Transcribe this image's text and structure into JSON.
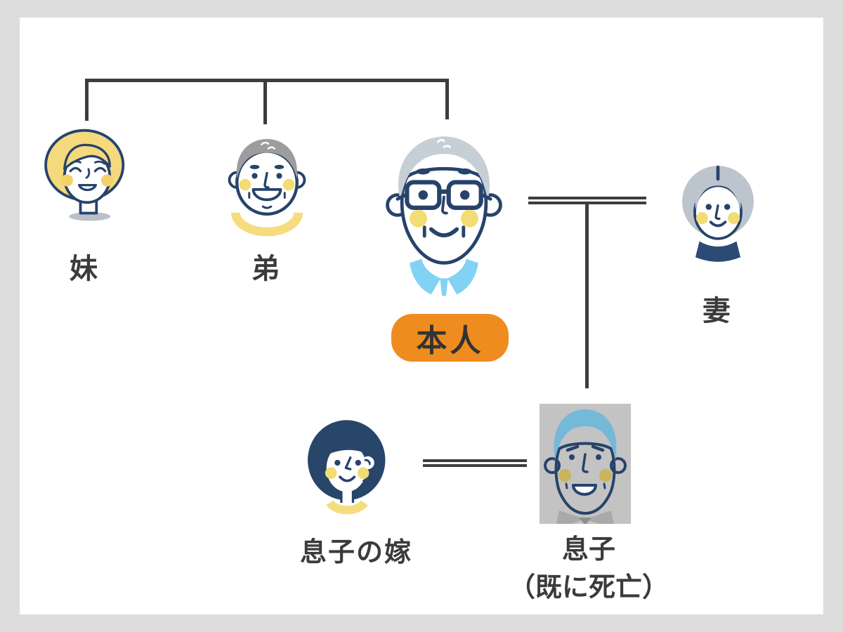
{
  "diagram_type": "family-tree",
  "people": {
    "sister": {
      "label": "妹"
    },
    "brother": {
      "label": "弟"
    },
    "self": {
      "label": "本人",
      "highlighted": true
    },
    "wife": {
      "label": "妻"
    },
    "sons_wife": {
      "label": "息子の嫁"
    },
    "son": {
      "label": "息子",
      "status_note": "（既に死亡）",
      "deceased": true
    }
  },
  "relations": [
    {
      "type": "siblings",
      "members": [
        "sister",
        "brother",
        "self"
      ]
    },
    {
      "type": "marriage",
      "members": [
        "self",
        "wife"
      ]
    },
    {
      "type": "parent-child",
      "parents": [
        "self",
        "wife"
      ],
      "child": "son"
    },
    {
      "type": "marriage",
      "members": [
        "sons_wife",
        "son"
      ]
    }
  ],
  "colors": {
    "frame_background": "#dcdcdc",
    "canvas": "#ffffff",
    "connector_line": "#3d3d3d",
    "label_text": "#3b3b3b",
    "accent_badge_orange": "#ef8c1f",
    "badge_text": "#333333",
    "outline_navy": "#27436b",
    "hair_yellow": "#f4d97d",
    "hair_gray": "#9d9d9d",
    "hair_silver": "#c6ced6",
    "hair_light_blue": "#74b9d8",
    "collar_light_blue": "#82d2f4",
    "collar_yellow": "#f5dc7e",
    "collar_navy": "#2b4b74",
    "cheek_yellow": "#f2dc74",
    "cheek_olive": "#c9b459",
    "deceased_photo_gray": "#c3c3c3"
  }
}
